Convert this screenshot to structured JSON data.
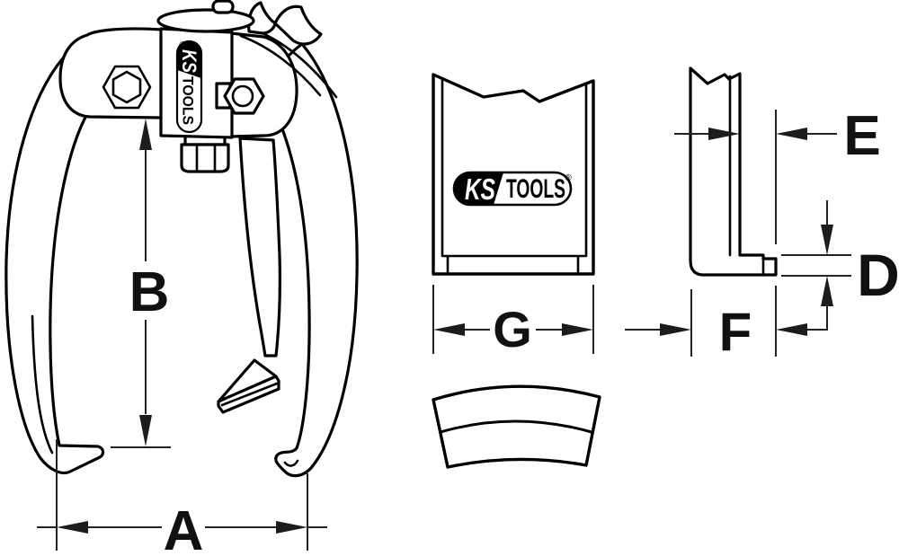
{
  "page": {
    "background": "#ffffff",
    "line_color": "#000000",
    "dimension_color": "#222222"
  },
  "dimensions": {
    "a": "A",
    "b": "B",
    "d": "D",
    "e": "E",
    "f": "F",
    "g": "G"
  },
  "logo": {
    "ks": "KS",
    "tools": "TOOLS",
    "registered": "®",
    "bg": "#000000",
    "fg": "#ffffff"
  }
}
